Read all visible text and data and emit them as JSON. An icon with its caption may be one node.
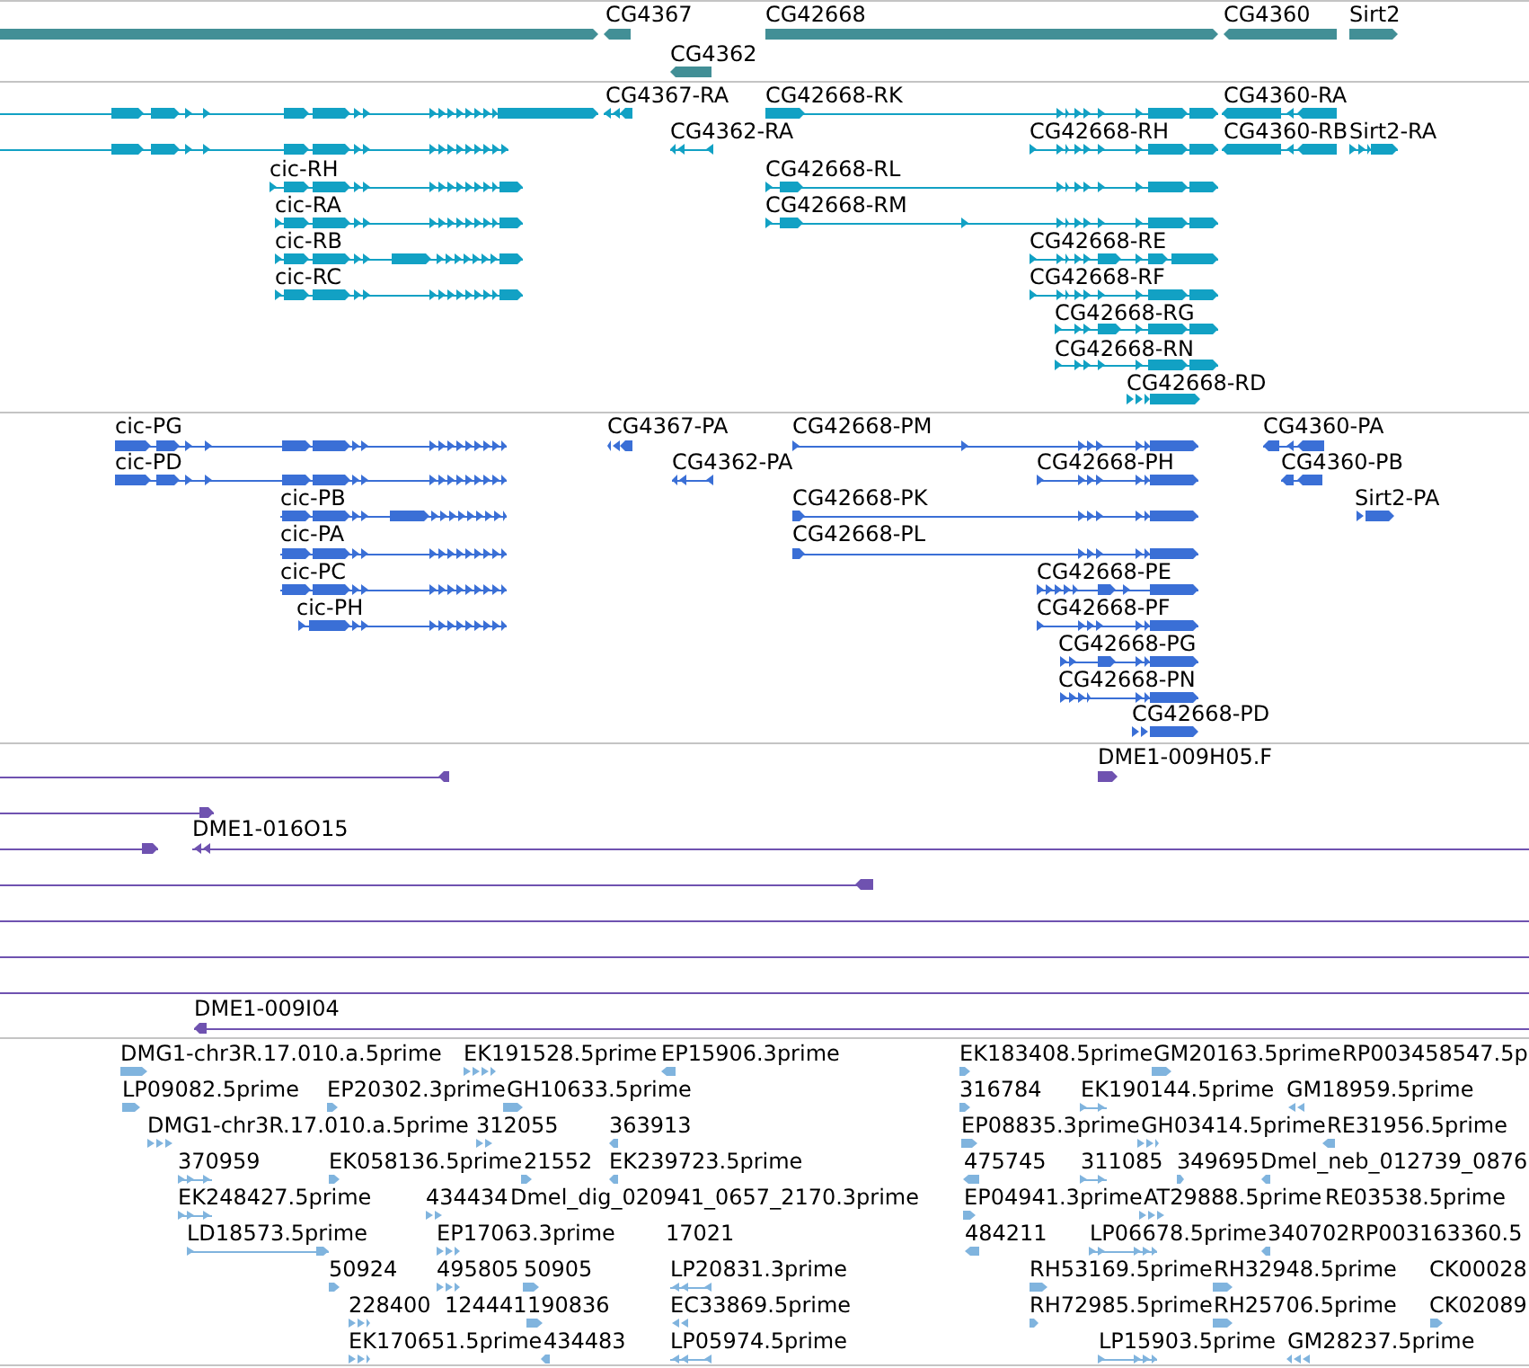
{
  "diagram": {
    "labels": [
      "CG4367",
      "CG42668",
      "CG4360",
      "Sirt2",
      "CG4362",
      "CG4367-RA",
      "CG42668-RK",
      "CG4360-RA",
      "CG4362-RA",
      "CG42668-RH",
      "CG4360-RB",
      "Sirt2-RA",
      "cic-RH",
      "CG42668-RL",
      "cic-RA",
      "CG42668-RM",
      "cic-RB",
      "CG42668-RE",
      "cic-RC",
      "CG42668-RF",
      "CG42668-RG",
      "CG42668-RN",
      "CG42668-RD",
      "cic-PG",
      "CG4367-PA",
      "CG42668-PM",
      "CG4360-PA",
      "cic-PD",
      "CG4362-PA",
      "CG42668-PH",
      "CG4360-PB",
      "cic-PB",
      "CG42668-PK",
      "Sirt2-PA",
      "cic-PA",
      "CG42668-PL",
      "cic-PC",
      "CG42668-PE",
      "cic-PH",
      "CG42668-PF",
      "CG42668-PG",
      "CG42668-PN",
      "CG42668-PD",
      "DME1-009H05.F",
      "DME1-016O15",
      "DME1-009I04",
      "DMG1-chr3R.17.010.a.5prime",
      "EK191528.5prime",
      "EP15906.3prime",
      "EK183408.5prime",
      "GM20163.5prime",
      "RP003458547.5p",
      "LP09082.5prime",
      "EP20302.3prime",
      "GH10633.5prime",
      "316784",
      "EK190144.5prime",
      "GM18959.5prime",
      "DMG1-chr3R.17.010.a.5prime",
      "312055",
      "363913",
      "EP08835.3prime",
      "GH03414.5prime",
      "RE31956.5prime",
      "370959",
      "EK058136.5prime",
      "21552",
      "EK239723.5prime",
      "475745",
      "311085",
      "349695",
      "Dmel_neb_012739_0876",
      "EK248427.5prime",
      "434434",
      "Dmel_dig_020941_0657_2170.3prime",
      "EP04941.3prime",
      "AT29888.5prime",
      "RE03538.5prime",
      "LD18573.5prime",
      "EP17063.3prime",
      "17021",
      "484211",
      "LP06678.5prime",
      "340702",
      "RP003163360.5",
      "50924",
      "495805",
      "50905",
      "LP20831.3prime",
      "RH53169.5prime",
      "RH32948.5prime",
      "CK00028",
      "228400",
      "124441",
      "190836",
      "EC33869.5prime",
      "RH72985.5prime",
      "RH25706.5prime",
      "CK02089",
      "EK170651.5prime",
      "434483",
      "LP05974.5prime",
      "LP15903.5prime",
      "GM28237.5prime"
    ]
  }
}
